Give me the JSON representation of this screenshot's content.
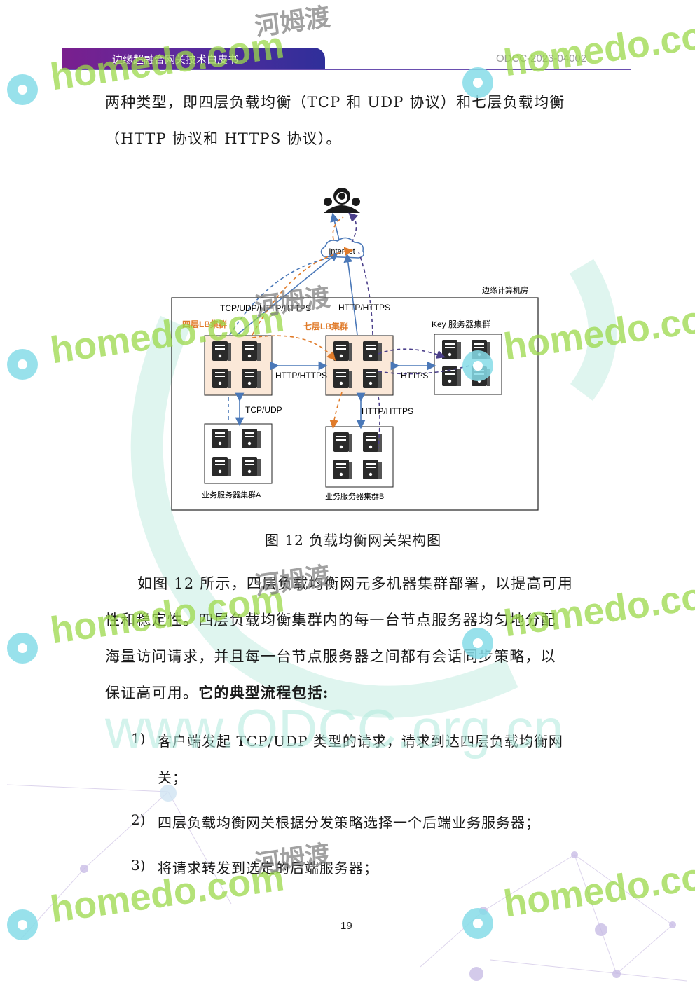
{
  "header": {
    "title": "边缘超融合网关技术白皮书",
    "code": "ODCC-2023-04002"
  },
  "intro": {
    "line1": "两种类型，即四层负载均衡（TCP 和 UDP 协议）和七层负载均衡",
    "line2": "（HTTP 协议和 HTTPS 协议）。"
  },
  "figure": {
    "caption": "图 12  负载均衡网关架构图",
    "internet_label": "Internet",
    "room_label": "边缘计算机房",
    "l4_cluster": "四层LB集群",
    "l7_cluster": "七层LB集群",
    "key_cluster": "Key 服务器集群",
    "cluster_a": "业务服务器集群A",
    "cluster_b": "业务服务器集群B",
    "link_l4_internet": "TCP/UDP/HTTP/HTTPS",
    "link_l7_internet": "HTTP/HTTPS",
    "link_l4_l7": "HTTP/HTTPS",
    "link_l7_key": "HTTPS",
    "link_l4_a": "TCP/UDP",
    "link_l7_b": "HTTP/HTTPS",
    "colors": {
      "blue_link": "#4a78b8",
      "orange_link": "#e07b2a",
      "purple_link": "#4b3f8a",
      "cluster_fill": "#fbe8d8"
    }
  },
  "body": {
    "p1": "如图 12 所示，四层负载均衡网元多机器集群部署，以提高可用",
    "p2": "性和稳定性。四层负载均衡集群内的每一台节点服务器均匀地分配",
    "p3": "海量访问请求，并且每一台节点服务器之间都有会话同步策略，以",
    "p4_plain": "保证高可用。",
    "p4_bold": "它的典型流程包括:"
  },
  "steps": [
    {
      "num": "1)",
      "text_line1": "客户端发起 TCP/UDP 类型的请求，请求到达四层负载均衡网",
      "text_line2": "关；"
    },
    {
      "num": "2)",
      "text_line1": "四层负载均衡网关根据分发策略选择一个后端业务服务器；"
    },
    {
      "num": "3)",
      "text_line1": "将请求转发到选定的后端服务器；"
    }
  ],
  "watermarks": {
    "brand": "homedo.com",
    "brand_cn": "河姆渡",
    "site": "www.ODCC.org.cn"
  },
  "page_number": "19"
}
